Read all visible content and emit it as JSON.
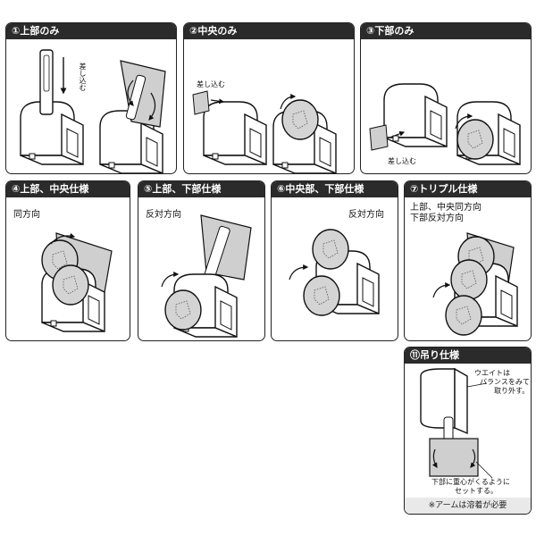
{
  "panels": {
    "p1": {
      "title": "①上部のみ",
      "insert_label": "差し込む"
    },
    "p2": {
      "title": "②中央のみ",
      "insert_label": "差し込む"
    },
    "p3": {
      "title": "③下部のみ",
      "insert_label": "差し込む"
    },
    "p4": {
      "title": "④上部、中央仕様",
      "direction": "同方向"
    },
    "p5": {
      "title": "⑤上部、下部仕様",
      "direction": "反対方向"
    },
    "p6": {
      "title": "⑥中央部、下部仕様",
      "direction": "反対方向"
    },
    "p7": {
      "title": "⑦トリプル仕様",
      "direction_line1": "上部、中央同方向",
      "direction_line2": "下部反対方向"
    },
    "p11": {
      "title": "⑪吊り仕様",
      "weight_note_1": "ウエイトは",
      "weight_note_2": "バランスをみて",
      "weight_note_3": "取り外す。",
      "bottom_note_1": "下部に重心がくるように",
      "bottom_note_2": "セットする。",
      "footnote": "※アームは溶着が必要"
    }
  },
  "colors": {
    "header_bg": "#2b2b2b",
    "disc_fill": "#d4d4d4",
    "card_fill": "#cfcfcf"
  }
}
